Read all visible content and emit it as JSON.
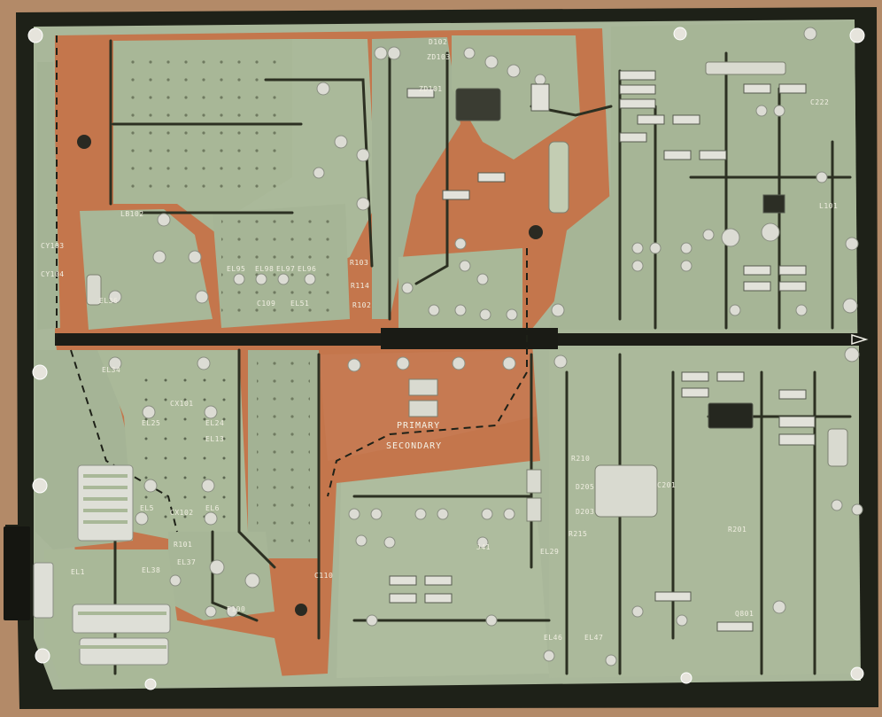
{
  "photo": {
    "subject": "",
    "colors": {
      "table": "#b38a68",
      "board_edge": "#1e2118",
      "board_primary": "#c4764c",
      "board_secondary": "#a9b79a",
      "copper_trace": "#2c3022",
      "pad_solder": "#dcdcd4",
      "silkscreen": "#f1efe2"
    }
  },
  "silkscreen": {
    "primary_label": "PRIMARY",
    "secondary_label": "SECONDARY",
    "refdes": [
      "D102",
      "ZD103",
      "ZD101",
      "LB102",
      "CY103",
      "CY104",
      "EL36",
      "EL95",
      "EL98",
      "EL97",
      "EL96",
      "R103",
      "R114",
      "R102",
      "C109",
      "EL51",
      "EL34",
      "EL25",
      "EL24",
      "EL13",
      "CX101",
      "EL5",
      "EL6",
      "CX102",
      "R101",
      "EL37",
      "F100",
      "EL38",
      "C110",
      "J41",
      "R210",
      "D205",
      "C201",
      "R215",
      "D203",
      "EL29",
      "EL1",
      "Q801",
      "L101",
      "C222",
      "R201",
      "EL46",
      "EL47"
    ]
  }
}
